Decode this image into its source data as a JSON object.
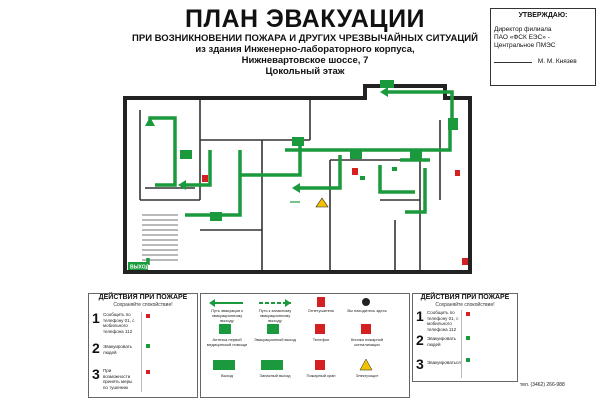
{
  "header": {
    "title": "ПЛАН ЭВАКУАЦИИ",
    "line1": "ПРИ ВОЗНИКНОВЕНИИ ПОЖАРА И ДРУГИХ ЧРЕЗВЫЧАЙНЫХ СИТУАЦИЙ",
    "line2": "из здания Инженерно-лабораторного корпуса,",
    "line3": "Нижневартовское шоссе, 7",
    "line4": "Цокольный этаж"
  },
  "approval": {
    "heading": "УТВЕРЖДАЮ:",
    "line1": "Директор филиала",
    "line2": "ПАО «ФСК ЕЭС» -",
    "line3": "Центральное ПМЭС",
    "signature": "М. М. Князев"
  },
  "plan": {
    "exit_label": "ВЫХОД"
  },
  "left_panel": {
    "title": "ДЕЙСТВИЯ ПРИ ПОЖАРЕ",
    "subtitle": "Сохраняйте спокойствие!",
    "steps": [
      {
        "num": "1",
        "text": "Сообщить по телефону 01, с мобильного телефона 112"
      },
      {
        "num": "2",
        "text": "Эвакуировать людей"
      },
      {
        "num": "3",
        "text": "При возможности принять меры по тушению"
      }
    ]
  },
  "right_panel": {
    "title": "ДЕЙСТВИЯ ПРИ ПОЖАРЕ",
    "subtitle": "Сохраняйте спокойствие!",
    "steps": [
      {
        "num": "1",
        "text": "Сообщить по телефону 01, с мобильного телефона 112"
      },
      {
        "num": "2",
        "text": "Эвакуировать людей"
      },
      {
        "num": "3",
        "text": "Эвакуироваться"
      }
    ]
  },
  "legend": {
    "items": [
      {
        "label": "Путь эвакуации к эвакуационному выходу"
      },
      {
        "label": "Путь к запасному эвакуационному выходу"
      },
      {
        "label": "Огнетушитель"
      },
      {
        "label": "Вы находитесь здесь"
      },
      {
        "label": "Аптечка первой медицинской помощи"
      },
      {
        "label": "Эвакуационный выход"
      },
      {
        "label": "Телефон"
      },
      {
        "label": "Кнопка пожарной сигнализации"
      },
      {
        "label": "Выход"
      },
      {
        "label": "Запасный выход"
      },
      {
        "label": "Пожарный кран"
      },
      {
        "label": "Электрощит"
      }
    ]
  },
  "footer": {
    "phone": "тел. (3462) 266-988"
  },
  "colors": {
    "path_green": "#1a9a3c",
    "wall": "#222222",
    "fire_red": "#d42020",
    "warning_yellow": "#f2c200"
  }
}
